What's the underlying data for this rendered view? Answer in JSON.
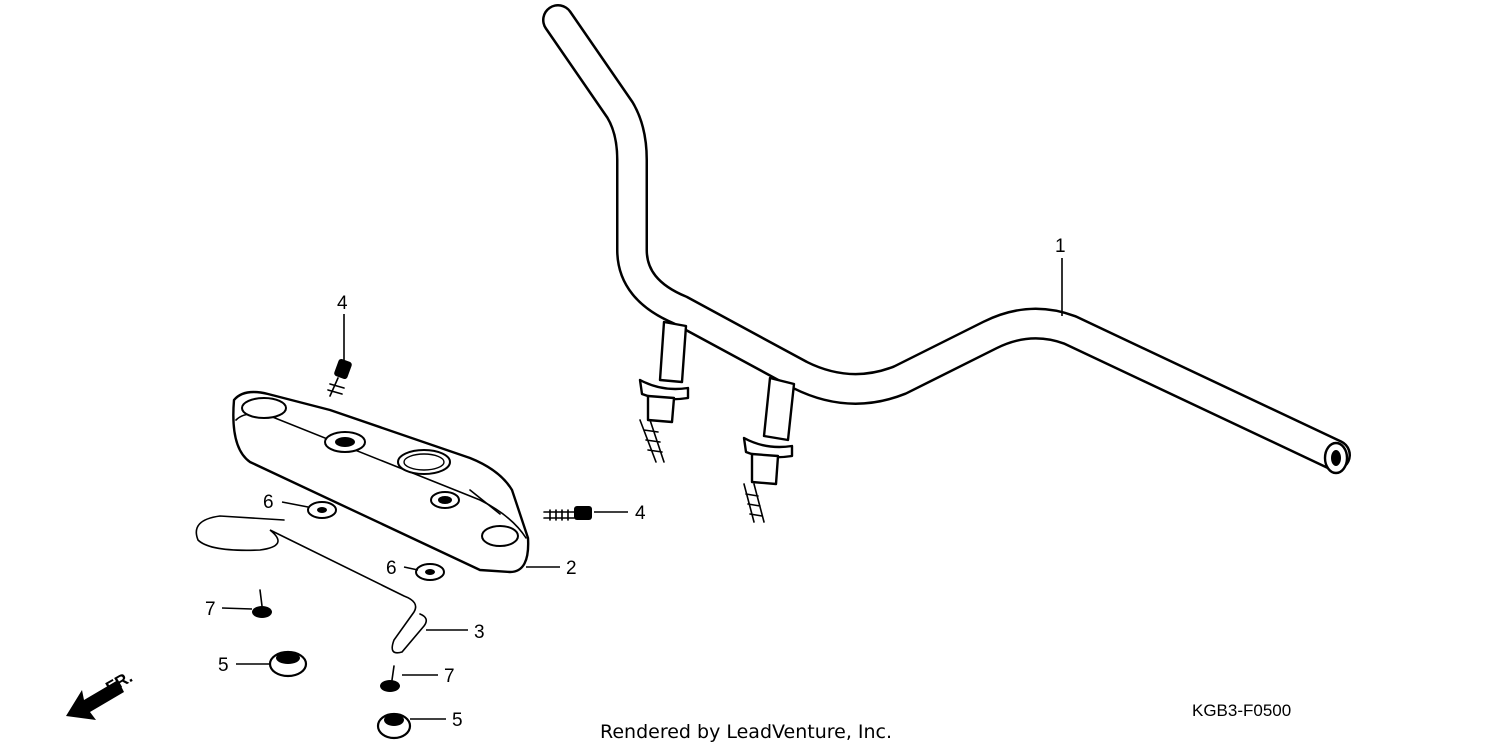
{
  "diagram": {
    "callouts": [
      "1",
      "2",
      "3",
      "4",
      "4",
      "5",
      "5",
      "6",
      "6",
      "7",
      "7"
    ],
    "direction_label": "FR.",
    "credit": "Rendered by LeadVenture, Inc.",
    "diagram_code": "KGB3-F0500"
  }
}
